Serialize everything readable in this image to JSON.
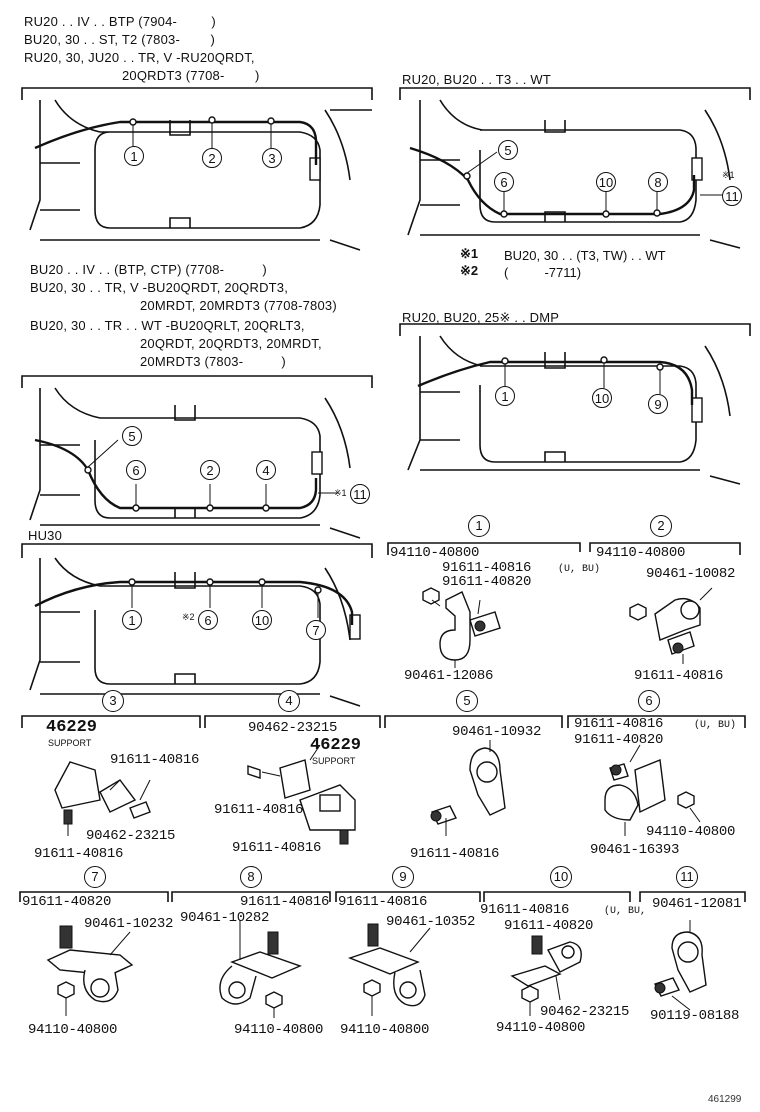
{
  "diagrams": [
    {
      "id": "d1",
      "header": [
        "RU20 . . IV . . BTP (7904-         )",
        "BU20, 30 . . ST, T2 (7803-        )",
        "RU20, 30, JU20 . . TR, V -RU20QRDT,",
        "20QRDT3 (7708-        )"
      ],
      "callouts": [
        "1",
        "2",
        "3"
      ]
    },
    {
      "id": "d2",
      "header": [
        "RU20, BU20 . . T3 . . WT"
      ],
      "callouts": [
        "5",
        "6",
        "10",
        "8",
        "11"
      ],
      "star": "※1"
    },
    {
      "id": "d3",
      "header": [
        "BU20 . . IV . . (BTP, CTP) (7708-          )",
        "BU20, 30 . . TR, V -BU20QRDT, 20QRDT3,",
        "20MRDT, 20MRDT3 (7708-7803)",
        "BU20, 30 . . TR . . WT -BU20QRLT, 20QRLT3,",
        "20QRDT, 20QRDT3, 20MRDT,",
        "20MRDT3 (7803-          )"
      ],
      "callouts": [
        "5",
        "6",
        "2",
        "4",
        "11"
      ],
      "star": "※1"
    },
    {
      "id": "d4",
      "header": [
        "RU20, BU20, 25※ . . DMP"
      ],
      "callouts": [
        "1",
        "10",
        "9"
      ]
    },
    {
      "id": "d5",
      "header": [
        "HU30"
      ],
      "callouts": [
        "1",
        "6",
        "10",
        "7"
      ],
      "star": "※2"
    }
  ],
  "notes": [
    {
      "mark": "※1",
      "text": "BU20, 30 . . (T3, TW) . . WT"
    },
    {
      "mark": "※2",
      "text": "(          -7711)"
    }
  ],
  "details": [
    {
      "num": "1",
      "parts": [
        "94110-40800",
        "91611-40816",
        "91611-40820",
        "90461-12086"
      ],
      "suffix": "(U, BU)"
    },
    {
      "num": "2",
      "parts": [
        "94110-40800",
        "90461-10082",
        "91611-40816"
      ]
    },
    {
      "num": "3",
      "parts": [
        "46229",
        "SUPPORT",
        "91611-40816",
        "90462-23215",
        "91611-40816"
      ]
    },
    {
      "num": "4",
      "parts": [
        "90462-23215",
        "46229",
        "SUPPORT",
        "91611-40816",
        "91611-40816"
      ]
    },
    {
      "num": "5",
      "parts": [
        "90461-10932",
        "91611-40816"
      ]
    },
    {
      "num": "6",
      "parts": [
        "91611-40816",
        "91611-40820",
        "94110-40800",
        "90461-16393"
      ],
      "suffix": "(U, BU)"
    },
    {
      "num": "7",
      "parts": [
        "91611-40820",
        "90461-10232",
        "94110-40800"
      ]
    },
    {
      "num": "8",
      "parts": [
        "91611-40816",
        "90461-10282",
        "94110-40800"
      ]
    },
    {
      "num": "9",
      "parts": [
        "91611-40816",
        "90461-10352",
        "94110-40800"
      ]
    },
    {
      "num": "10",
      "parts": [
        "91611-40816",
        "91611-40820",
        "90462-23215",
        "94110-40800"
      ],
      "suffix": "(U, BU,"
    },
    {
      "num": "11",
      "parts": [
        "90461-12081",
        "90119-08188"
      ]
    }
  ],
  "catalog_number": "461299"
}
